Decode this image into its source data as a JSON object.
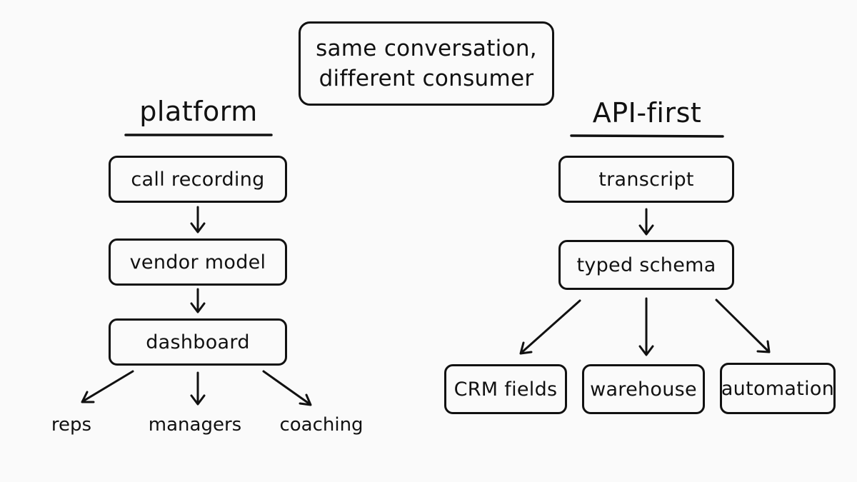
{
  "title": {
    "line1": "same conversation,",
    "line2": "different consumer"
  },
  "platform": {
    "heading": "platform",
    "steps": [
      "call recording",
      "vendor model",
      "dashboard"
    ],
    "consumers": [
      "reps",
      "managers",
      "coaching"
    ]
  },
  "api_first": {
    "heading": "API-first",
    "steps": [
      "transcript",
      "typed schema"
    ],
    "outputs": [
      "CRM fields",
      "warehouse",
      "automation"
    ]
  },
  "colors": {
    "ink": "#111111",
    "background": "#fafafa"
  }
}
